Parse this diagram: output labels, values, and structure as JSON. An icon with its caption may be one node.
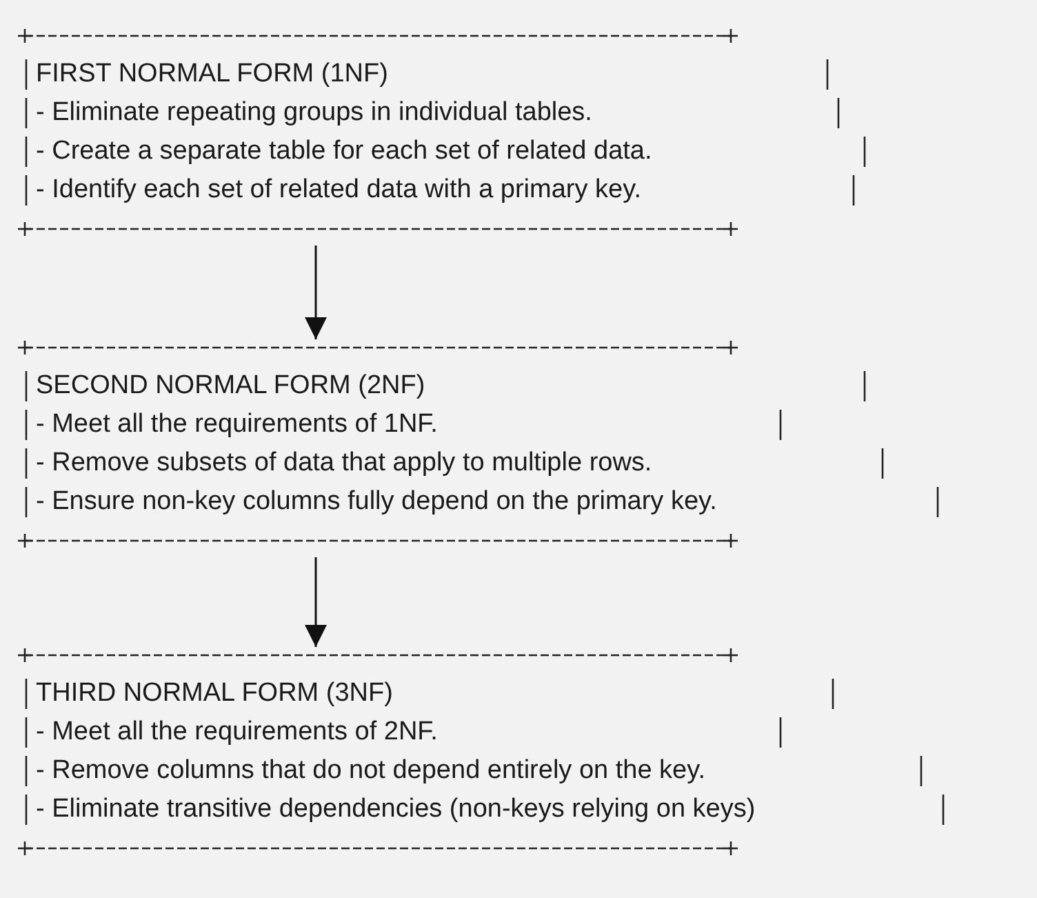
{
  "diagram": {
    "nodes": [
      {
        "text": [
          "FIRST NORMAL FORM (1NF)",
          "- Eliminate repeating groups in individual tables.",
          "- Create a separate table for each set of related data.",
          "- Identify each set of related data with a primary key."
        ]
      },
      {
        "text": [
          "SECOND NORMAL FORM (2NF)",
          "- Meet all the requirements of 1NF.",
          "- Remove subsets of data that apply to multiple rows.",
          "- Ensure non-key columns fully depend on the primary key."
        ]
      },
      {
        "text": [
          "THIRD NORMAL FORM (3NF)",
          "- Meet all the requirements of 2NF.",
          "- Remove columns that do not depend entirely on the key.",
          "- Eliminate transitive dependencies (non-keys relying on keys)"
        ]
      }
    ],
    "edges": [
      {
        "from": 0,
        "to": 1,
        "arrow": "to"
      },
      {
        "from": 1,
        "to": 2,
        "arrow": "to"
      }
    ]
  }
}
